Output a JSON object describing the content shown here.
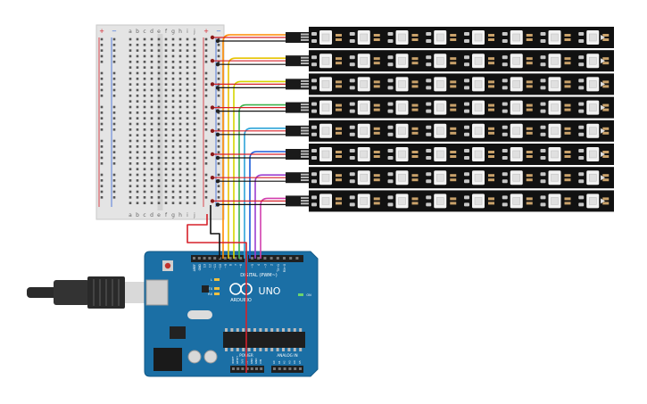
{
  "breadboard": {
    "column_letters_left": [
      "a",
      "b",
      "c",
      "d",
      "e"
    ],
    "column_letters_right": [
      "f",
      "g",
      "h",
      "i",
      "j"
    ],
    "rail_plus": "+",
    "rail_minus": "−",
    "row_count": 30
  },
  "arduino": {
    "model_label": "UNO",
    "brand_label": "ARDUINO",
    "digital_header_label": "DIGITAL (PWM~)",
    "power_label": "POWER",
    "analog_label": "ANALOG IN",
    "tx_label": "TX",
    "rx_label": "RX",
    "l_label": "L",
    "on_label": "ON",
    "pin_labels_top": [
      "AREF",
      "GND",
      "13",
      "12",
      "~11",
      "~10",
      "~9",
      "8",
      "7",
      "~6",
      "~5",
      "4",
      "~3",
      "2",
      "TX→1",
      "RX←0"
    ],
    "power_pin_labels": [
      "IOREF",
      "RESET",
      "3V3",
      "5V",
      "GND",
      "GND",
      "VIN"
    ],
    "analog_pin_labels": [
      "A0",
      "A1",
      "A2",
      "A3",
      "A4",
      "A5"
    ],
    "colors": {
      "board": "#1b6fa5",
      "board_dark": "#135a88",
      "header": "#1f1f1f",
      "text": "#ffffff"
    }
  },
  "led_strips": {
    "strip_count": 8,
    "leds_per_strip": 8,
    "colors": {
      "strip": "#111111",
      "led_body": "#f2f2f2",
      "pad": "#c8c8c8",
      "connector": "#1a1a1a"
    }
  },
  "usb_cable": {
    "color": "#2b2b2b",
    "plug_color": "#d9d9d9"
  },
  "wires": {
    "signal_colors": [
      "#ff8c00",
      "#e6c300",
      "#d6d600",
      "#3fb34f",
      "#2ea3d8",
      "#1c5bd9",
      "#9b3fd1",
      "#d23fae"
    ],
    "power_color": "#d6212a",
    "ground_color": "#111111"
  }
}
